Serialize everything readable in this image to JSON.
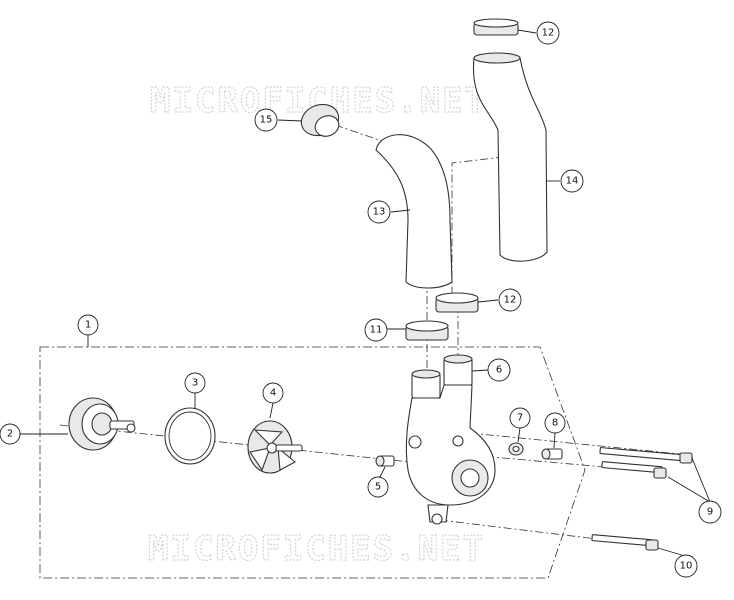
{
  "watermark": {
    "top": "MICROFICHES.NET",
    "bottom": "MICROFICHES.NET"
  },
  "callouts": [
    {
      "id": "1",
      "label": "1"
    },
    {
      "id": "2",
      "label": "2"
    },
    {
      "id": "3",
      "label": "3"
    },
    {
      "id": "4",
      "label": "4"
    },
    {
      "id": "5",
      "label": "5"
    },
    {
      "id": "6",
      "label": "6"
    },
    {
      "id": "7",
      "label": "7"
    },
    {
      "id": "8",
      "label": "8"
    },
    {
      "id": "9",
      "label": "9"
    },
    {
      "id": "10",
      "label": "10"
    },
    {
      "id": "11",
      "label": "11"
    },
    {
      "id": "12a",
      "label": "12"
    },
    {
      "id": "12b",
      "label": "12"
    },
    {
      "id": "13",
      "label": "13"
    },
    {
      "id": "14",
      "label": "14"
    },
    {
      "id": "15",
      "label": "15"
    }
  ]
}
